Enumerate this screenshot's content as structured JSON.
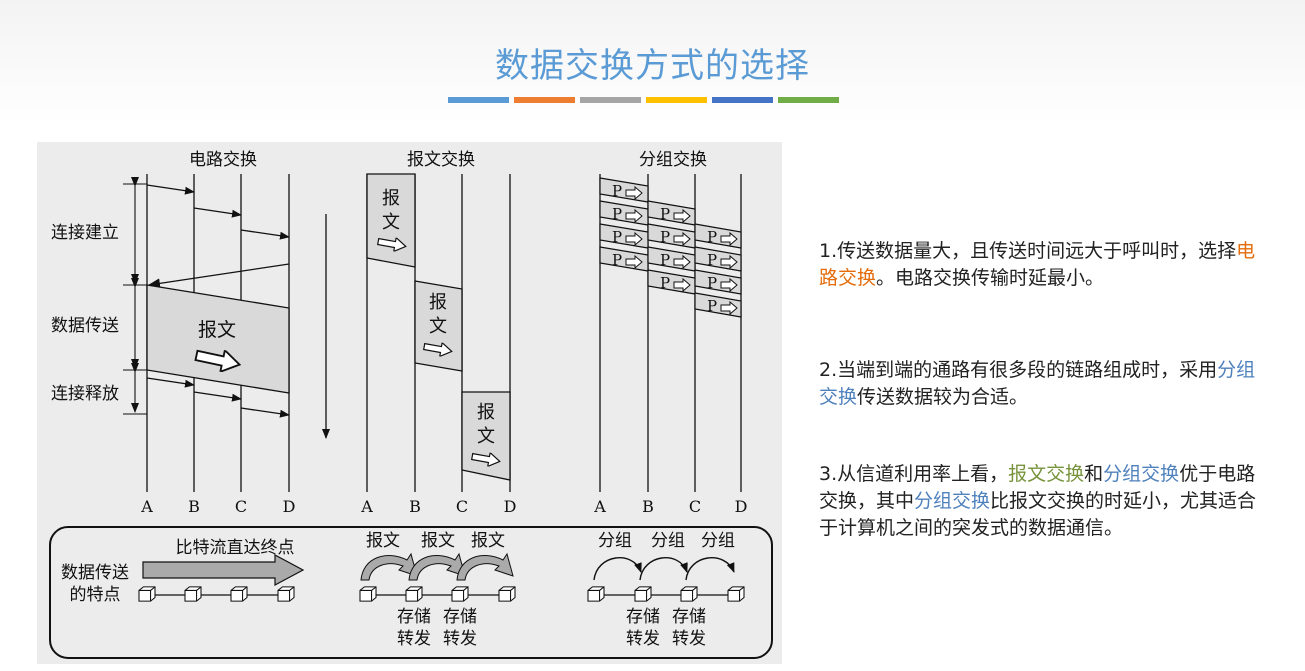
{
  "title": "数据交换方式的选择",
  "accent_bars": [
    "#5b9bd5",
    "#ed7d31",
    "#a5a5a5",
    "#ffc000",
    "#4472c4",
    "#70ad47"
  ],
  "diagram": {
    "circuit_label": "电路交换",
    "message_label": "报文交换",
    "packet_label": "分组交换",
    "phase_setup": "连接建立",
    "phase_transfer": "数据传送",
    "phase_release": "连接释放",
    "message_text": "报文",
    "msg_char_1": "报",
    "msg_char_2": "文",
    "packet_text": "P",
    "nodes": [
      "A",
      "B",
      "C",
      "D"
    ],
    "legend": {
      "feature_line1": "数据传送",
      "feature_line2": "的特点",
      "circuit_feature": "比特流直达终点",
      "message_unit": "报文",
      "packet_unit": "分组",
      "store_forward_1": "存储",
      "store_forward_2": "转发"
    }
  },
  "notes": {
    "n1_a": "1.传送数据量大，且传送时间远大于呼叫时，选择",
    "n1_hl": "电路交换",
    "n1_b": "。电路交换传输时延最小。",
    "n2_a": "2.当端到端的通路有很多段的链路组成时，采用",
    "n2_hl": "分组交换",
    "n2_b": "传送数据较为合适。",
    "n3_a": "3.从信道利用率上看，",
    "n3_hl1": "报文交换",
    "n3_b": "和",
    "n3_hl2": "分组交换",
    "n3_c": "优于电路交换，其中",
    "n3_hl3": "分组交换",
    "n3_d": "比报文交换的时延小，尤其适合于计算机之间的突发式的数据通信。"
  }
}
